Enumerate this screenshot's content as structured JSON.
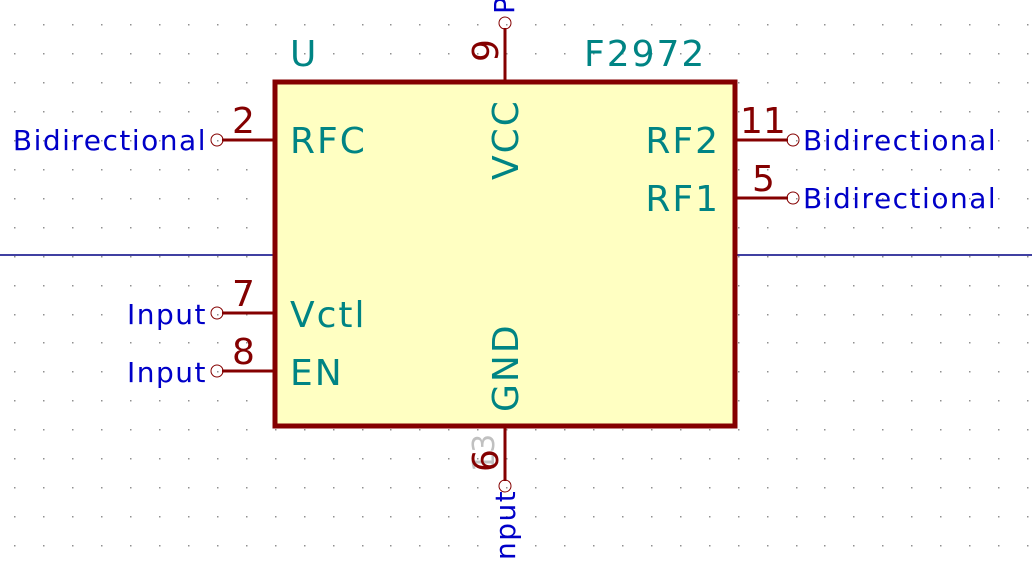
{
  "symbol": {
    "reference": "U",
    "value": "F2972",
    "colors": {
      "body_outline": "#840000",
      "body_fill": "#FFFFC2",
      "pin_line": "#840000",
      "pin_number": "#840000",
      "pin_name": "#008484",
      "electrical_type": "#0000C8",
      "wire": "#000084",
      "grid_dot": "#888888",
      "ghost_text": "#C0C0C0"
    },
    "pins": [
      {
        "number": "2",
        "name": "RFC",
        "type": "Bidirectional",
        "side": "left"
      },
      {
        "number": "7",
        "name": "Vctl",
        "type": "Input",
        "side": "left"
      },
      {
        "number": "8",
        "name": "EN",
        "type": "Input",
        "side": "left"
      },
      {
        "number": "11",
        "name": "RF2",
        "type": "Bidirectional",
        "side": "right"
      },
      {
        "number": "5",
        "name": "RF1",
        "type": "Bidirectional",
        "side": "right"
      },
      {
        "number": "9",
        "name": "VCC",
        "type": "P",
        "side": "top"
      },
      {
        "number": "6",
        "name": "GND",
        "type": "nput",
        "side": "bottom"
      }
    ],
    "ghost_label": "13"
  }
}
